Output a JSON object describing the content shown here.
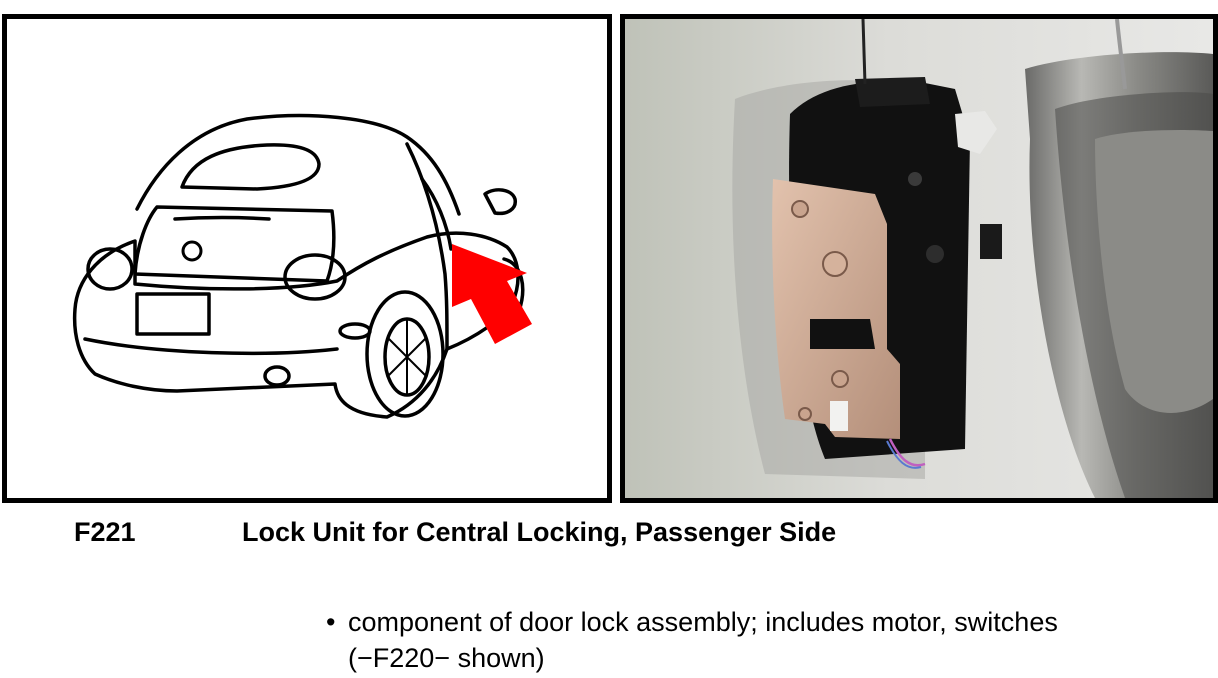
{
  "figure": {
    "code": "F221",
    "title": "Lock Unit for Central Locking, Passenger Side"
  },
  "description": {
    "bullet": "•",
    "line1": "component of door lock assembly; includes motor, switches",
    "line2": "(−F220− shown)"
  },
  "colors": {
    "arrow": "#ff0000",
    "line_art": "#000000",
    "lock_plate": "#d8b39c",
    "photo_background": "#d6d6d2"
  },
  "icons": {
    "locator_arrow": "red-arrow-icon"
  }
}
